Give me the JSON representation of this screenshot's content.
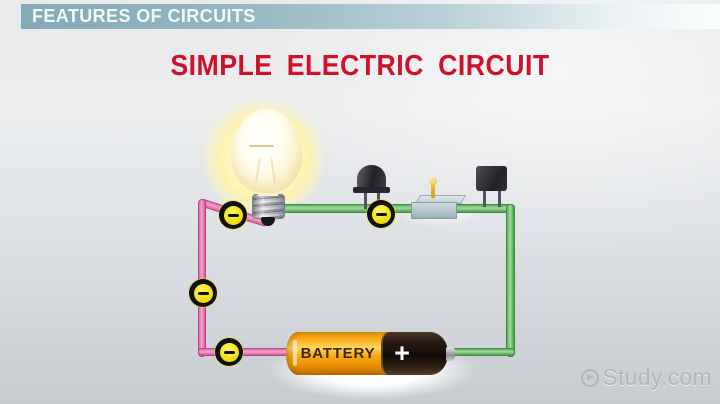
{
  "header": {
    "label": "FEATURES OF CIRCUITS"
  },
  "title": {
    "text": "SIMPLE ELECTRIC CIRCUIT"
  },
  "circuit": {
    "components": {
      "light_bulb": {
        "name": "light bulb",
        "state": "glowing"
      },
      "led": {
        "name": "LED"
      },
      "switch": {
        "name": "switch"
      },
      "transistor": {
        "name": "transistor"
      },
      "battery": {
        "label": "BATTERY",
        "positive_sign": "+"
      }
    },
    "electrons": [
      {
        "symbol": "−",
        "position": "top-left-wire-near-bulb"
      },
      {
        "symbol": "−",
        "position": "left-vertical-wire"
      },
      {
        "symbol": "−",
        "position": "bottom-left-wire"
      },
      {
        "symbol": "−",
        "position": "top-wire-between-bulb-and-switch"
      }
    ],
    "wires": {
      "negative_color": "#ee86ba",
      "positive_color": "#7cc47c"
    }
  },
  "watermark": {
    "text": "Study.com"
  },
  "colors": {
    "header_square": "#4b7f92",
    "header_bar": "#8fb3bf",
    "title_red": "#d0112b",
    "electron_yellow": "#f1dc0a",
    "battery_orange": "#f7a413",
    "glow_yellow": "#fff4b8"
  }
}
